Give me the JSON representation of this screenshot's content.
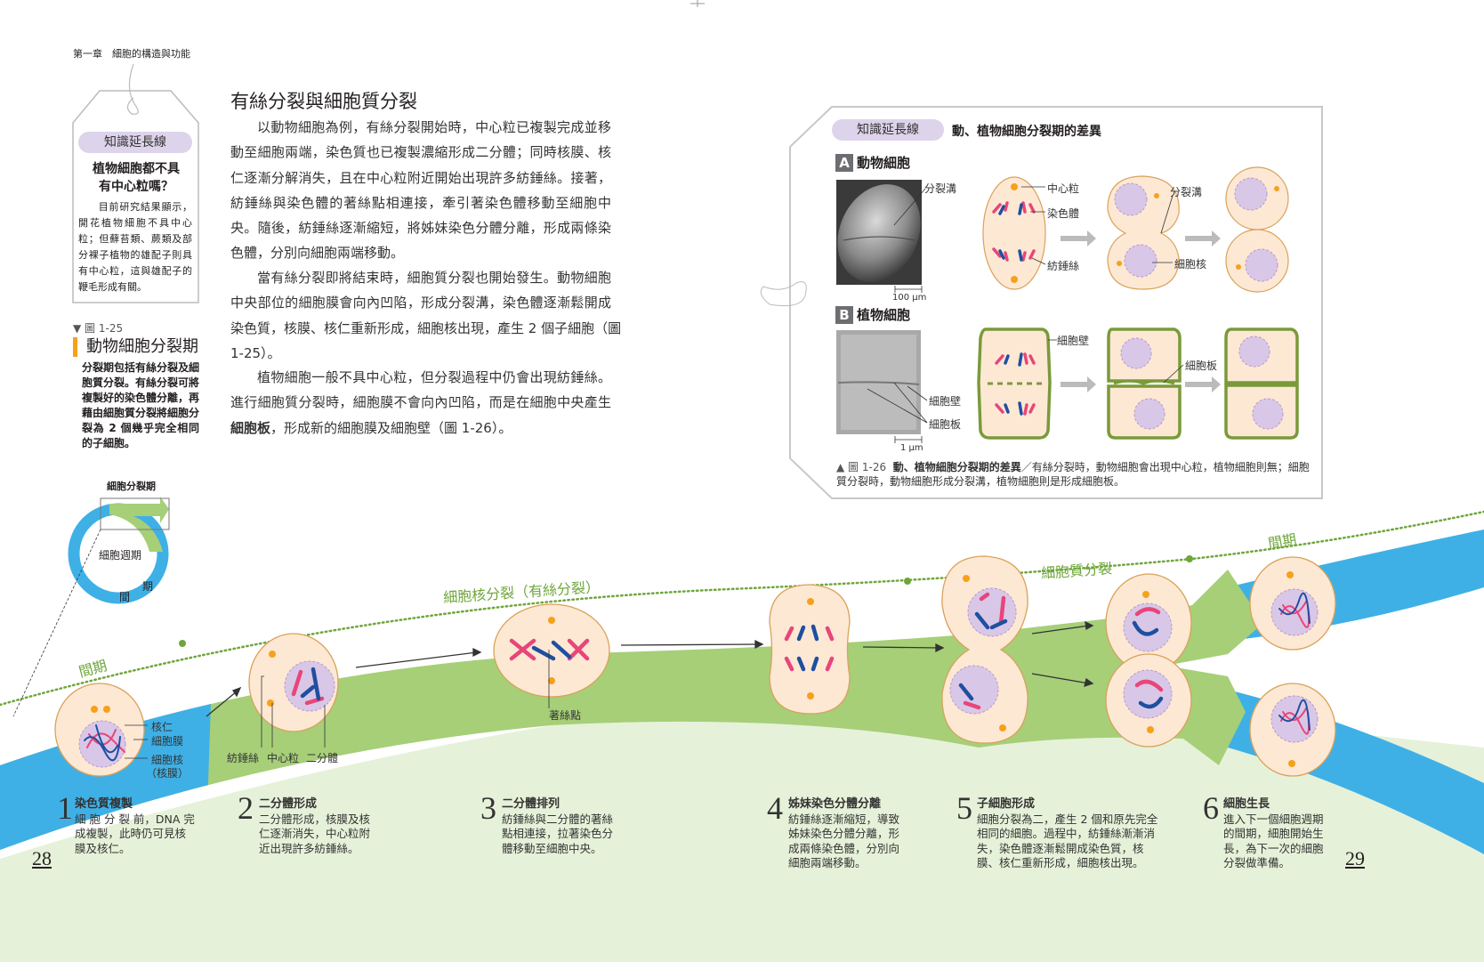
{
  "header": {
    "chapter": "第一章　細胞的構造與功能"
  },
  "tag_box": {
    "label": "知識延長線",
    "title_lines": [
      "植物細胞都不具",
      "有中心粒嗎？"
    ],
    "body": "目前研究結果顯示，開花植物細胞不具中心粒；但蘚苔類、蕨類及部分裸子植物的雄配子則具有中心粒，這與雄配子的鞭毛形成有關。"
  },
  "fig_1_25": {
    "number": "▼ 圖 1-25",
    "title": "動物細胞分裂期",
    "body": "分裂期包括有絲分裂及細胞質分裂。有絲分裂可將複製好的染色體分離，再藉由細胞質分裂將細胞分裂為 2 個幾乎完全相同的子細胞。"
  },
  "article": {
    "title": "有絲分裂與細胞質分裂",
    "p1": [
      "以動物細胞為例，有絲分裂開始時，中心粒已複製完成並移",
      "動至細胞兩端，染色質也已複製濃縮形成二分體；同時核膜、核",
      "仁逐漸分解消失，且在中心粒附近開始出現許多紡錘絲。接著，",
      "紡錘絲與染色體的著絲點相連接，牽引著染色體移動至細胞中",
      "央。隨後，紡錘絲逐漸縮短，將姊妹染色分體分離，形成兩條染",
      "色體，分別向細胞兩端移動。"
    ],
    "p2": [
      "當有絲分裂即將結束時，細胞質分裂也開始發生。動物細胞",
      "中央部位的細胞膜會向內凹陷，形成分裂溝，染色體逐漸鬆開成",
      "染色質，核膜、核仁重新形成，細胞核出現，產生 2 個子細胞（圖",
      "1-25）。"
    ],
    "p3": [
      "植物細胞一般不具中心粒，但分裂過程中仍會出現紡錘絲。",
      "進行細胞質分裂時，細胞膜不會向內凹陷，而是在細胞中央產生"
    ],
    "p3_last_bold": "細胞板",
    "p3_last_rest": "，形成新的細胞膜及細胞壁（圖 1-26）。"
  },
  "panel": {
    "label": "知識延長線",
    "title": "動、植物細胞分裂期的差異",
    "section_a": {
      "letter": "A",
      "title": "動物細胞",
      "scale": "100 μm",
      "labels": {
        "furrow": "分裂溝",
        "centriole": "中心粒",
        "chromosome": "染色體",
        "spindle": "紡錘絲",
        "furrow2": "分裂溝",
        "nucleus": "細胞核"
      }
    },
    "section_b": {
      "letter": "B",
      "title": "植物細胞",
      "scale": "1 μm",
      "labels": {
        "wall_photo": "細胞壁",
        "plate_photo": "細胞板",
        "wall": "細胞壁",
        "plate": "細胞板"
      }
    },
    "caption_no": "▲ 圖 1-26",
    "caption_bold": "動、植物細胞分裂期的差異",
    "caption_rest": "／有絲分裂時，動物細胞會出現中心粒，植物細胞則無；細胞質分裂時，動物細胞形成分裂溝，植物細胞則是形成細胞板。"
  },
  "cycle": {
    "phase_label": "細胞分裂期",
    "center": "細胞週期",
    "inter_1": "間",
    "inter_2": "期"
  },
  "timeline": {
    "interphase_left": "間期",
    "mitosis": "細胞核分裂（有絲分裂）",
    "cytokinesis": "細胞質分裂",
    "interphase_right": "間期"
  },
  "cell_labels": {
    "nucleolus": "核仁",
    "membrane": "細胞膜",
    "nucleus": "細胞核",
    "nucleus_sub": "（核膜）",
    "spindle": "紡錘絲",
    "centriole": "中心粒",
    "dyad": "二分體",
    "centromere": "著絲點"
  },
  "steps": [
    {
      "n": "1",
      "title": "染色質複製",
      "lines": [
        "細 胞 分 裂 前，DNA 完",
        "成複製，此時仍可見核",
        "膜及核仁。"
      ]
    },
    {
      "n": "2",
      "title": "二分體形成",
      "lines": [
        "二分體形成，核膜及核",
        "仁逐漸消失，中心粒附",
        "近出現許多紡錘絲。"
      ]
    },
    {
      "n": "3",
      "title": "二分體排列",
      "lines": [
        "紡錘絲與二分體的著絲",
        "點相連接，拉著染色分",
        "體移動至細胞中央。"
      ]
    },
    {
      "n": "4",
      "title": "姊妹染色分體分離",
      "lines": [
        "紡錘絲逐漸縮短，導致",
        "姊妹染色分體分離，形",
        "成兩條染色體，分別向",
        "細胞兩端移動。"
      ]
    },
    {
      "n": "5",
      "title": "子細胞形成",
      "lines": [
        "細胞分裂為二，產生 2 個和原先完全",
        "相同的細胞。過程中，紡錘絲漸漸消",
        "失，染色體逐漸鬆開成染色質，核",
        "膜、核仁重新形成，細胞核出現。"
      ]
    },
    {
      "n": "6",
      "title": "細胞生長",
      "lines": [
        "進入下一個細胞週期",
        "的間期，細胞開始生",
        "長，為下一次的細胞",
        "分裂做準備。"
      ]
    }
  ],
  "page_numbers": {
    "left": "28",
    "right": "29"
  },
  "colors": {
    "blue_band": "#3fb0e6",
    "green_band": "#a6cf78",
    "light_green": "#e6f1d9",
    "cell_fill": "#fde8d4",
    "cell_stroke": "#d9a25a",
    "pink": "#e8457a",
    "chromo_blue": "#1f4fa0",
    "accent_orange": "#f5a11a",
    "nucleus": "#d9c7e7",
    "plant_wall": "#7a9a3a"
  }
}
